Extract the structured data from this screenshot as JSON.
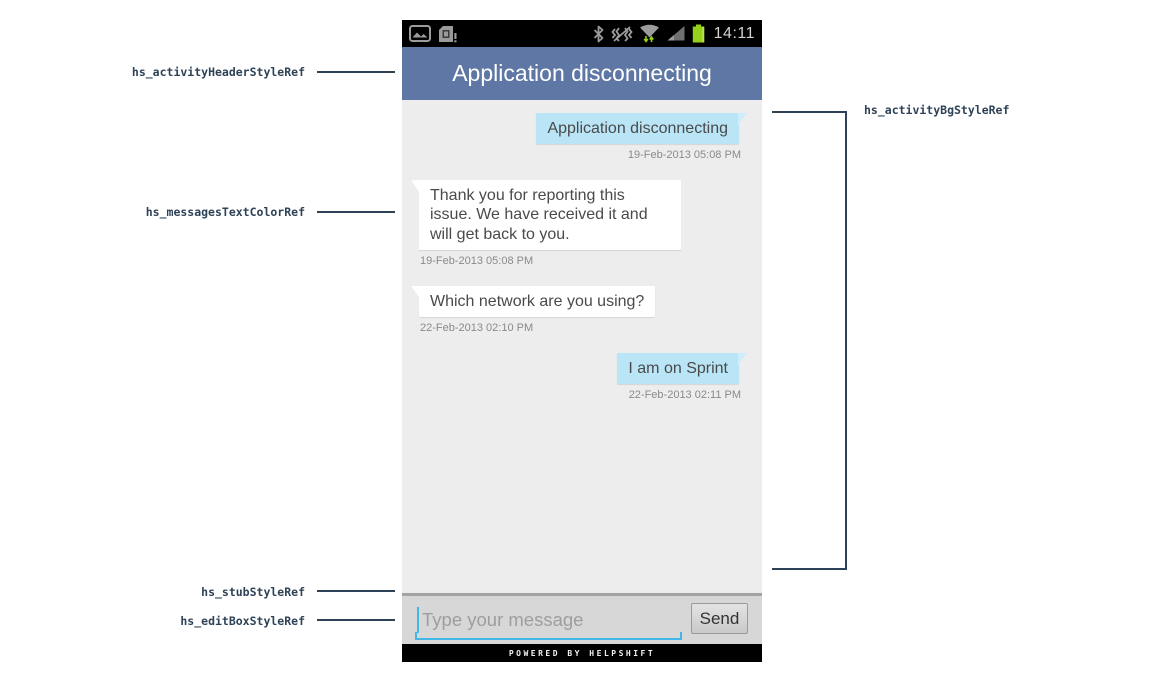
{
  "colors": {
    "headerbg": "#5e77a5",
    "chatbg": "#ededed",
    "bubbleuser": "#b9e5f6",
    "usertail": "#cfedfa",
    "bubbleadmin": "#ffffff",
    "msgtext": "#4a4a4a",
    "timestamp": "#8a8a8a",
    "composerbg": "#d7d7d7",
    "stub": "#a3a3a3",
    "accent": "#42b6e6",
    "annotation": "#2e4257",
    "battery-green": "#97d018",
    "status-icon-gray": "#9b9b9b"
  },
  "annotations": {
    "left": [
      {
        "label": "hs_activityHeaderStyleRef"
      },
      {
        "label": "hs_messagesTextColorRef"
      },
      {
        "label": "hs_stubStyleRef"
      },
      {
        "label": "hs_editBoxStyleRef"
      }
    ],
    "right": [
      {
        "label": "hs_activityBgStyleRef"
      }
    ]
  },
  "phone": {
    "status_bar": {
      "time": "14:11",
      "icons_left": [
        "gallery-icon",
        "sim-card-alert-icon"
      ],
      "icons_right": [
        "bluetooth-icon",
        "vibrate-off-icon",
        "wifi-icon",
        "signal-strength-icon",
        "battery-icon"
      ]
    },
    "header": {
      "title": "Application disconnecting"
    },
    "messages": [
      {
        "side": "user",
        "text": "Application disconnecting",
        "time": "19-Feb-2013 05:08 PM"
      },
      {
        "side": "admin",
        "text": "Thank you for reporting this issue. We have received it and will get back to you.",
        "time": "19-Feb-2013 05:08 PM"
      },
      {
        "side": "admin",
        "text": "Which network are you using?",
        "time": "22-Feb-2013 02:10 PM"
      },
      {
        "side": "user",
        "text": "I am on Sprint",
        "time": "22-Feb-2013 02:11 PM"
      }
    ],
    "composer": {
      "placeholder": "Type your message",
      "send_label": "Send"
    },
    "footer": {
      "text": "POWERED BY HELPSHIFT"
    }
  }
}
